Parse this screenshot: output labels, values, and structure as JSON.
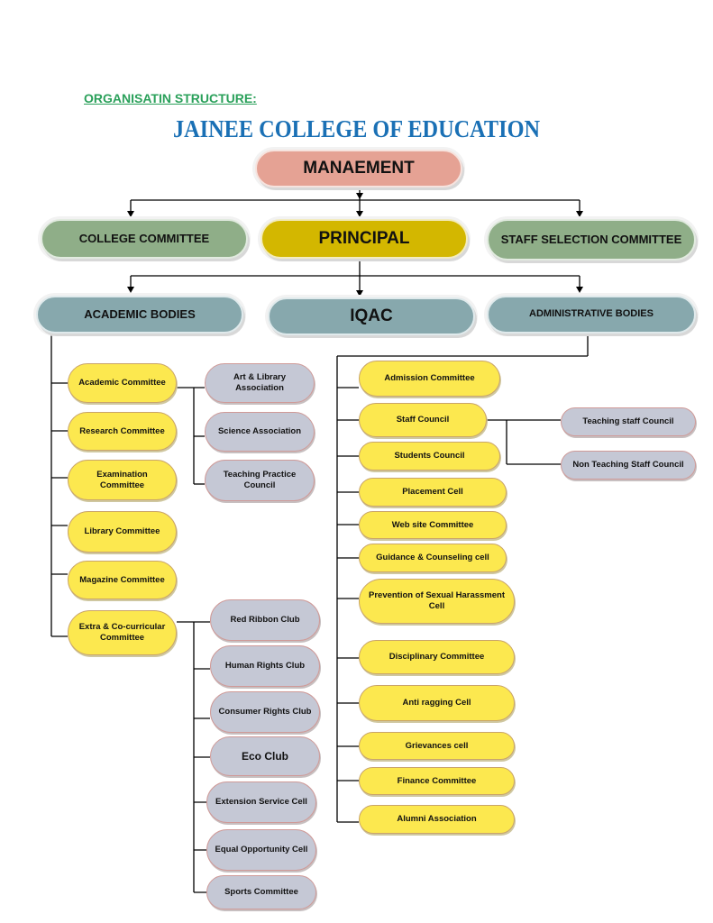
{
  "heading": "ORGANISATIN STRUCTURE:",
  "title": "JAINEE COLLEGE OF EDUCATION",
  "top": {
    "management": "MANAEMENT",
    "college_committee": "COLLEGE COMMITTEE",
    "principal": "PRINCIPAL",
    "staff_selection": "STAFF SELECTION COMMITTEE",
    "academic_bodies": "ACADEMIC BODIES",
    "iqac": "IQAC",
    "administrative_bodies": "ADMINISTRATIVE BODIES"
  },
  "academic": [
    "Academic Committee",
    "Research Committee",
    "Examination Committee",
    "Library Committee",
    "Magazine Committee",
    "Extra & Co-curricular Committee"
  ],
  "associations": [
    "Art & Library Association",
    "Science Association",
    "Teaching Practice Council"
  ],
  "clubs": [
    "Red Ribbon Club",
    "Human Rights Club",
    "Consumer Rights Club",
    "Eco  Club",
    "Extension Service Cell",
    "Equal Opportunity Cell",
    "Sports Committee"
  ],
  "administrative": [
    "Admission Committee",
    "Staff Council",
    "Students Council",
    "Placement Cell",
    "Web site Committee",
    "Guidance & Counseling cell",
    "Prevention of Sexual Harassment Cell",
    "Disciplinary Committee",
    "Anti ragging Cell",
    "Grievances cell",
    "Finance Committee",
    "Alumni Association"
  ],
  "staff_councils": [
    "Teaching staff Council",
    "Non Teaching Staff Council"
  ]
}
